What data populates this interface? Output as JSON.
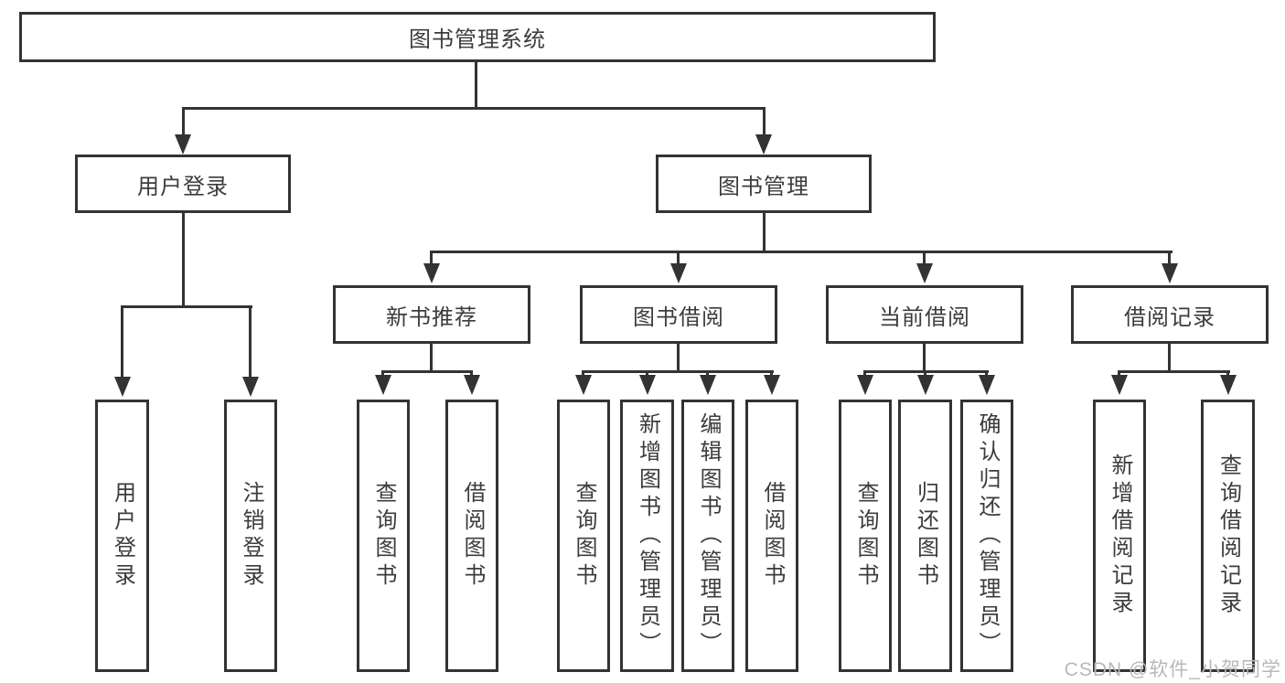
{
  "nodes": {
    "root": "图书管理系统",
    "login": "用户登录",
    "login_leaves": [
      "用户登录",
      "注销登录"
    ],
    "book_mgmt": "图书管理",
    "sections": [
      {
        "label": "新书推荐",
        "leaves": [
          "查询图书",
          "借阅图书"
        ]
      },
      {
        "label": "图书借阅",
        "leaves": [
          "查询图书",
          "新增图书（管理员）",
          "编辑图书（管理员）",
          "借阅图书"
        ]
      },
      {
        "label": "当前借阅",
        "leaves": [
          "查询图书",
          "归还图书",
          "确认归还（管理员）"
        ]
      },
      {
        "label": "借阅记录",
        "leaves": [
          "新增借阅记录",
          "查询借阅记录"
        ]
      }
    ]
  },
  "watermark": "CSDN @软件_小贺同学",
  "colors": {
    "line": "#333333",
    "text": "#3c3c3c",
    "background": "#ffffff",
    "watermark": "#b8b8b8"
  }
}
